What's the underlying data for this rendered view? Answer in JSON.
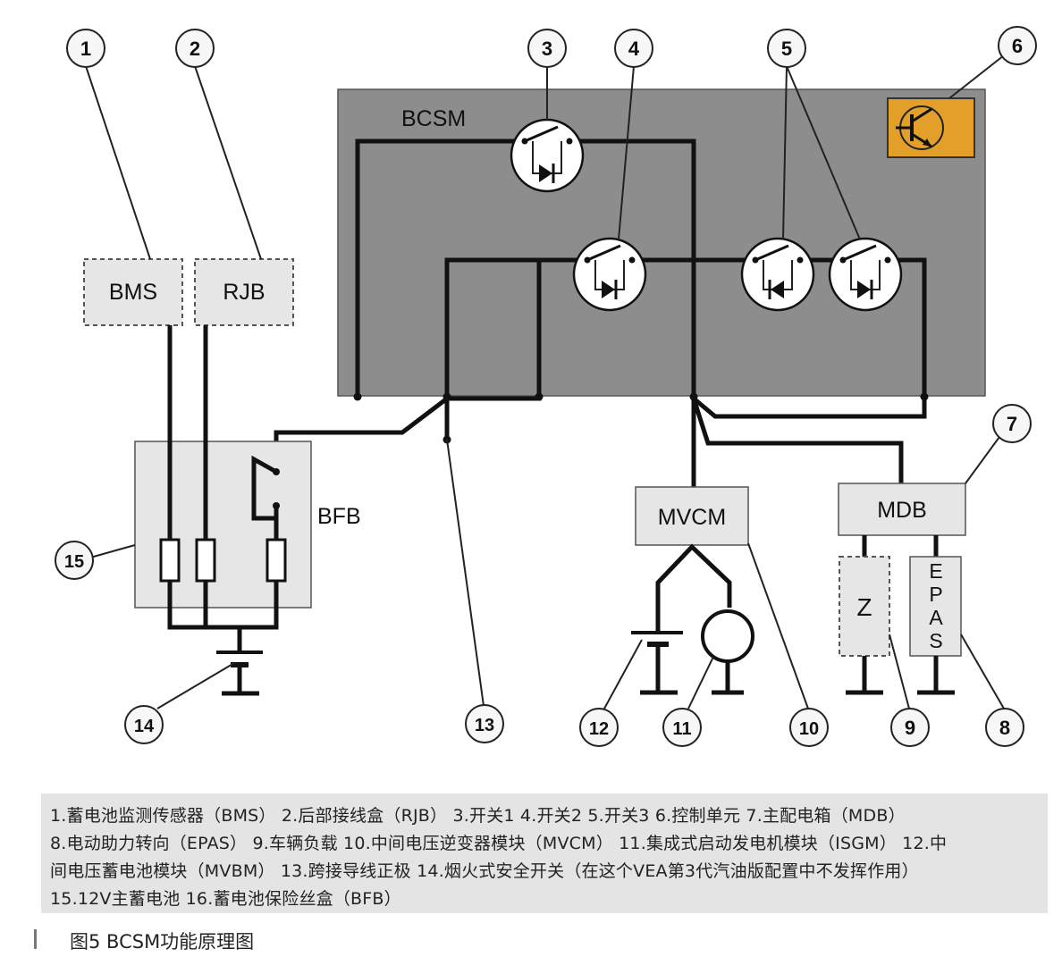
{
  "labels": {
    "bcsm": "BCSM",
    "bms": "BMS",
    "rjb": "RJB",
    "bfb": "BFB",
    "mvcm": "MVCM",
    "mdb": "MDB",
    "z": "Z",
    "epas": [
      "E",
      "P",
      "A",
      "S"
    ]
  },
  "callouts": [
    "1",
    "2",
    "3",
    "4",
    "5",
    "6",
    "7",
    "8",
    "9",
    "10",
    "11",
    "12",
    "13",
    "14",
    "15"
  ],
  "legend": {
    "line1": "1.蓄电池监测传感器（BMS） 2.后部接线盒（RJB） 3.开关1 4.开关2 5.开关3 6.控制单元 7.主配电箱（MDB）",
    "line2": "8.电动助力转向（EPAS） 9.车辆负载 10.中间电压逆变器模块（MVCM） 11.集成式启动发电机模块（ISGM） 12.中",
    "line3": "间电压蓄电池模块（MVBM） 13.跨接导线正极 14.烟火式安全开关（在这个VEA第3代汽油版配置中不发挥作用）",
    "line4": "15.12V主蓄电池 16.蓄电池保险丝盒（BFB）"
  },
  "caption": "图5 BCSM功能原理图",
  "colors": {
    "bcsm_fill": "#8d8d8d",
    "box_fill": "#e6e6e6",
    "control_unit": "#e2a02a",
    "legend_bg": "#e4e4e4"
  }
}
